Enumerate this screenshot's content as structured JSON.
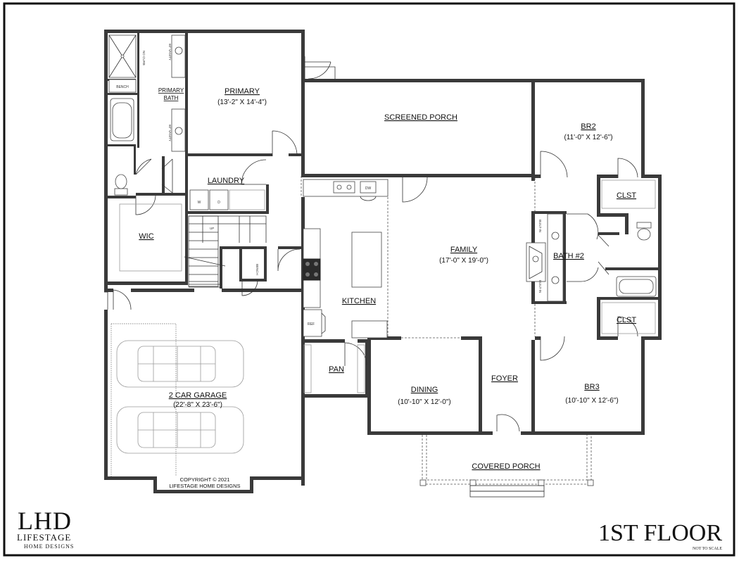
{
  "rooms": {
    "primary": {
      "name": "PRIMARY",
      "dim": "(13'-2\" X 14'-4\")"
    },
    "primary_bath": {
      "name1": "PRIMARY",
      "name2": "BATH"
    },
    "screened_porch": {
      "name": "SCREENED PORCH"
    },
    "br2": {
      "name": "BR2",
      "dim": "(11'-0\" X 12'-6\")"
    },
    "clst1": {
      "name": "CLST"
    },
    "clst2": {
      "name": "CLST"
    },
    "laundry": {
      "name": "LAUNDRY"
    },
    "wic": {
      "name": "WIC"
    },
    "family": {
      "name": "FAMILY",
      "dim": "(17'-0\" X 19'-0\")"
    },
    "bath2": {
      "name": "BATH #2"
    },
    "kitchen": {
      "name": "KITCHEN"
    },
    "pan": {
      "name": "PAN"
    },
    "dining": {
      "name": "DINING",
      "dim": "(10'-10\" X 12'-0\")"
    },
    "foyer": {
      "name": "FOYER"
    },
    "br3": {
      "name": "BR3",
      "dim": "(10'-10\" X 12'-6\")"
    },
    "garage": {
      "name": "2 CAR GARAGE",
      "dim": "(22'-8\" X 23'-6\")"
    },
    "covered_porch": {
      "name": "COVERED PORCH"
    }
  },
  "fixture_labels": {
    "vanity_top": "60\" VANITY",
    "vanity_bottom": "60\" VANITY",
    "no_curb": "NO CURB",
    "bench_shower": "BENCH",
    "bench_hall": "BENCH",
    "washer": "W",
    "dryer": "D",
    "stairs_up": "UP",
    "dishwasher": "DW",
    "fridge": "REF",
    "built_in_top": "BUILT-IN",
    "built_in_bottom": "BUILT-IN"
  },
  "copyright": {
    "line1": "COPYRIGHT © 2021",
    "line2": "LIFESTAGE HOME DESIGNS"
  },
  "logo": {
    "mark": "LHD",
    "line1": "LIFESTAGE",
    "line2": "HOME DESIGNS"
  },
  "title": {
    "text": "1ST FLOOR",
    "note": "NOT TO SCALE"
  }
}
